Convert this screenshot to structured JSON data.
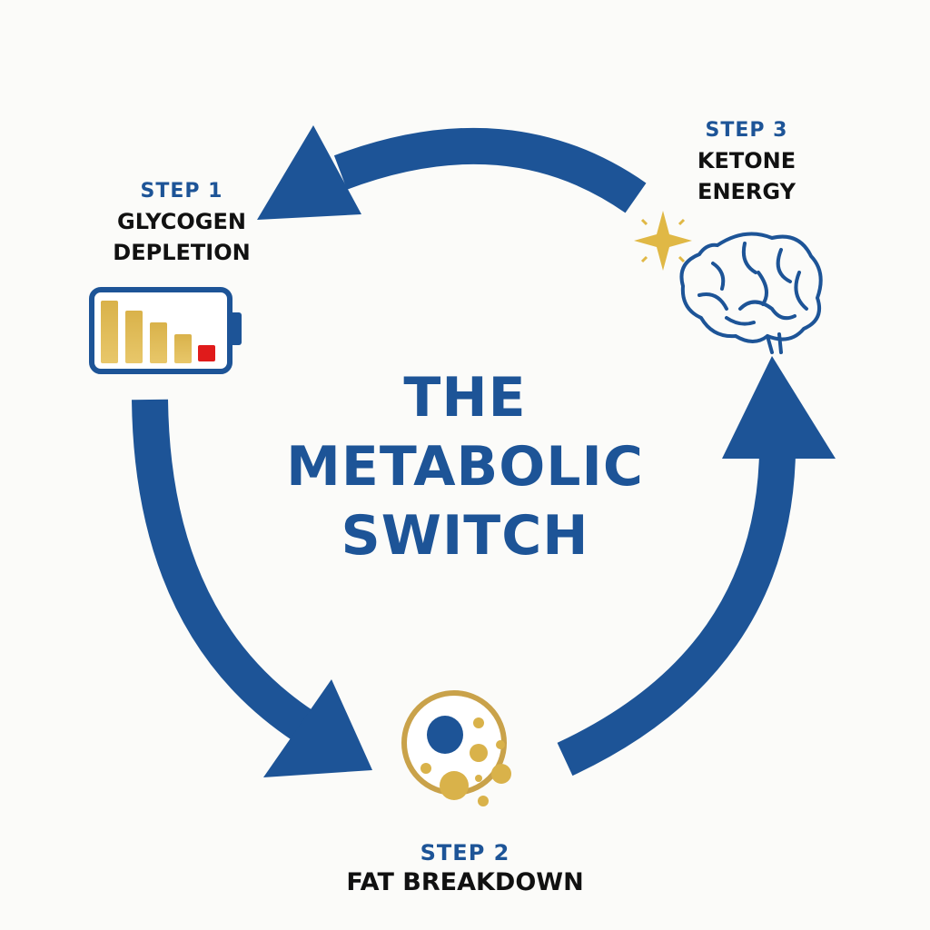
{
  "title": {
    "line1": "THE",
    "line2": "METABOLIC",
    "line3": "SWITCH"
  },
  "steps": [
    {
      "step": "STEP 1",
      "line1": "GLYCOGEN",
      "line2": "DEPLETION",
      "icon": "battery-low-icon"
    },
    {
      "step": "STEP 2",
      "line1": "FAT BREAKDOWN",
      "icon": "fat-cell-icon"
    },
    {
      "step": "STEP 3",
      "line1": "KETONE",
      "line2": "ENERGY",
      "icon": "brain-icon"
    }
  ],
  "colors": {
    "blue": "#1d5497",
    "gold": "#d4ad4a",
    "red": "#e01b1b",
    "text": "#111111"
  },
  "battery": {
    "level_bars": 5,
    "critical_bar": "red"
  }
}
